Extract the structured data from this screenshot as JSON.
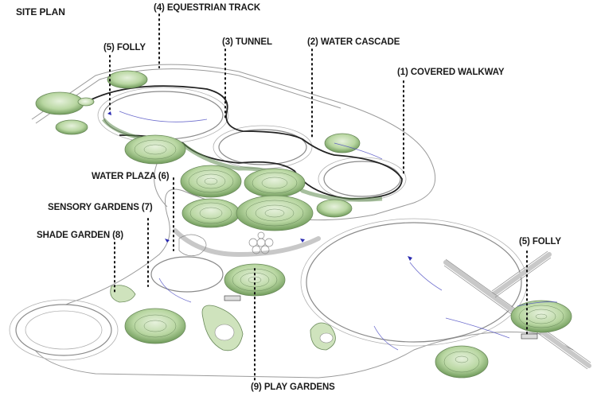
{
  "title": "SITE PLAN",
  "colors": {
    "garden_green": "#b8d6a0",
    "garden_dark": "#6f9a5a",
    "path_gray": "#e4e4e4",
    "outline": "#8a8a8a",
    "flow_arrow": "#3a3ab0",
    "leader": "#111111"
  },
  "callouts": [
    {
      "id": "equestrian-track",
      "label": "(4) EQUESTRIAN TRACK"
    },
    {
      "id": "folly-north",
      "label": "(5) FOLLY"
    },
    {
      "id": "tunnel",
      "label": "(3) TUNNEL"
    },
    {
      "id": "water-cascade",
      "label": "(2) WATER CASCADE"
    },
    {
      "id": "covered-walkway",
      "label": "(1) COVERED WALKWAY"
    },
    {
      "id": "water-plaza",
      "label": "WATER PLAZA (6)"
    },
    {
      "id": "sensory-gardens",
      "label": "SENSORY GARDENS (7)"
    },
    {
      "id": "shade-garden",
      "label": "SHADE GARDEN (8)"
    },
    {
      "id": "folly-east",
      "label": "(5) FOLLY"
    },
    {
      "id": "play-gardens",
      "label": "(9) PLAY GARDENS"
    }
  ]
}
